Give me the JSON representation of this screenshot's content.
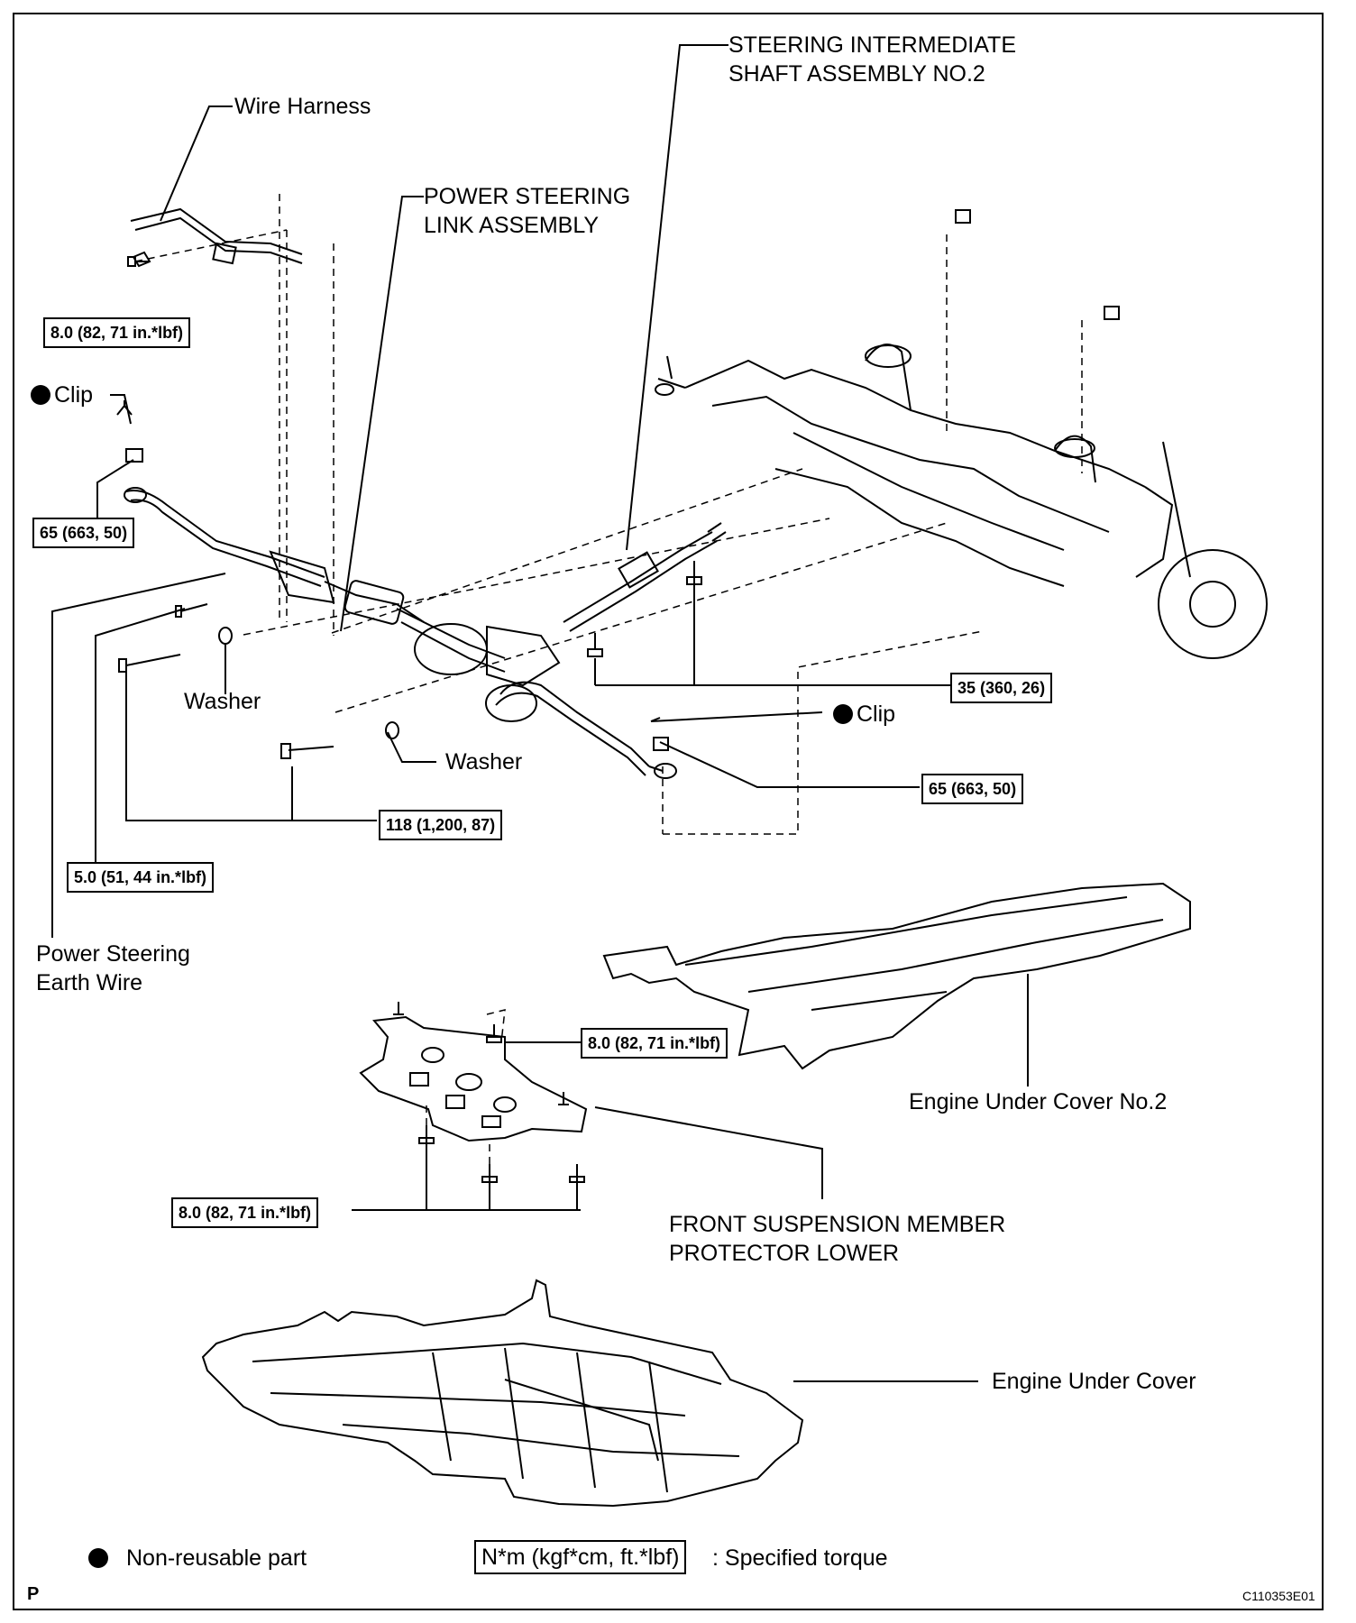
{
  "labels": {
    "wire_harness": "Wire Harness",
    "steering_intermediate_shaft_line1": "STEERING INTERMEDIATE",
    "steering_intermediate_shaft_line2": "SHAFT ASSEMBLY NO.2",
    "power_steering_link_line1": "POWER STEERING",
    "power_steering_link_line2": "LINK ASSEMBLY",
    "clip_left": "Clip",
    "clip_right": "Clip",
    "washer_left": "Washer",
    "washer_center": "Washer",
    "earth_wire_line1": "Power Steering",
    "earth_wire_line2": "Earth Wire",
    "engine_under_cover_no2": "Engine Under Cover No.2",
    "front_suspension_protector_line1": "FRONT SUSPENSION MEMBER",
    "front_suspension_protector_line2": "PROTECTOR LOWER",
    "engine_under_cover": "Engine Under Cover"
  },
  "torques": {
    "wire_harness_bolt": "8.0 (82, 71 in.*lbf)",
    "tie_rod_nut_left": "65 (663, 50)",
    "shaft_bolts": "35 (360, 26)",
    "tie_rod_nut_right": "65 (663, 50)",
    "rack_bolts": "118 (1,200, 87)",
    "earth_wire_bolt": "5.0 (51, 44 in.*lbf)",
    "protector_upper_bolt": "8.0 (82, 71 in.*lbf)",
    "protector_lower_bolts": "8.0 (82, 71 in.*lbf)"
  },
  "legend": {
    "non_reusable": "Non-reusable part",
    "torque_unit": "N*m (kgf*cm, ft.*lbf)",
    "torque_desc": ": Specified torque"
  },
  "footer": {
    "page_mark": "P",
    "figure_code": "C110353E01"
  }
}
